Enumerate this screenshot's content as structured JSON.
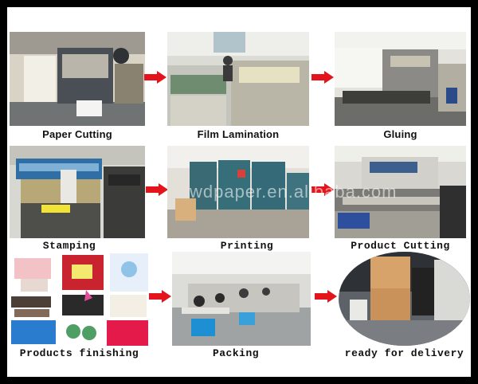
{
  "colors": {
    "arrow": "#e3141b",
    "background": "#000000",
    "panel": "#ffffff"
  },
  "watermark": "wdpaper.en.alibaba.com",
  "steps": [
    {
      "label": "Paper Cutting"
    },
    {
      "label": "Film Lamination"
    },
    {
      "label": "Gluing"
    },
    {
      "label": "Stamping"
    },
    {
      "label": "Printing"
    },
    {
      "label": "Product Cutting"
    },
    {
      "label": "Products finishing"
    },
    {
      "label": "Packing"
    },
    {
      "label": "ready for delivery"
    }
  ],
  "icons": [
    "right-arrow-icon"
  ]
}
